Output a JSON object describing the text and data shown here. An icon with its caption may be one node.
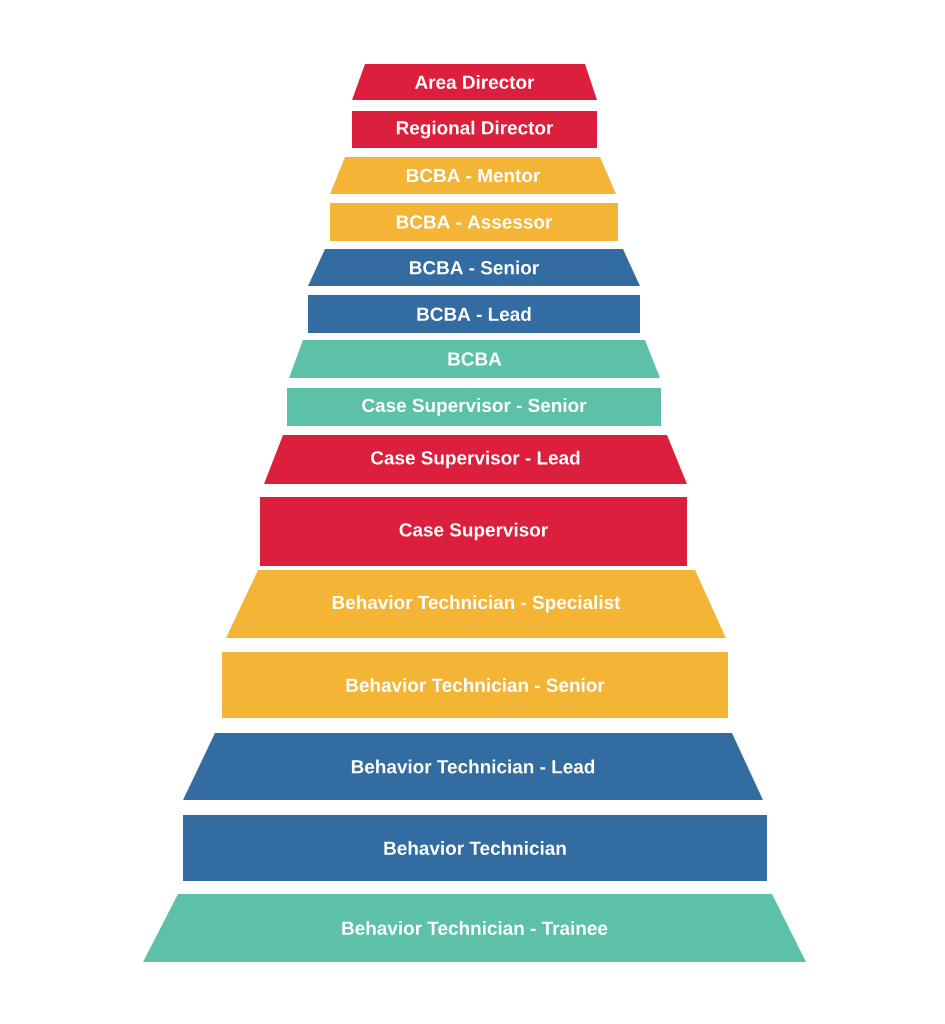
{
  "diagram": {
    "nodes": [
      {
        "text": [
          "Area Director"
        ]
      },
      {
        "text": [
          "Regional Director"
        ]
      },
      {
        "text": [
          "BCBA - Mentor"
        ]
      },
      {
        "text": [
          "BCBA - Assessor"
        ]
      },
      {
        "text": [
          "BCBA - Senior"
        ]
      },
      {
        "text": [
          "BCBA - Lead"
        ]
      },
      {
        "text": [
          "BCBA"
        ]
      },
      {
        "text": [
          "Case Supervisor - Senior"
        ]
      },
      {
        "text": [
          "Case Supervisor - Lead"
        ]
      },
      {
        "text": [
          "Case Supervisor"
        ]
      },
      {
        "text": [
          "Behavior Technician - Specialist"
        ]
      },
      {
        "text": [
          "Behavior Technician - Senior"
        ]
      },
      {
        "text": [
          "Behavior Technician - Lead"
        ]
      },
      {
        "text": [
          "Behavior Technician"
        ]
      },
      {
        "text": [
          "Behavior Technician - Trainee"
        ]
      }
    ]
  }
}
